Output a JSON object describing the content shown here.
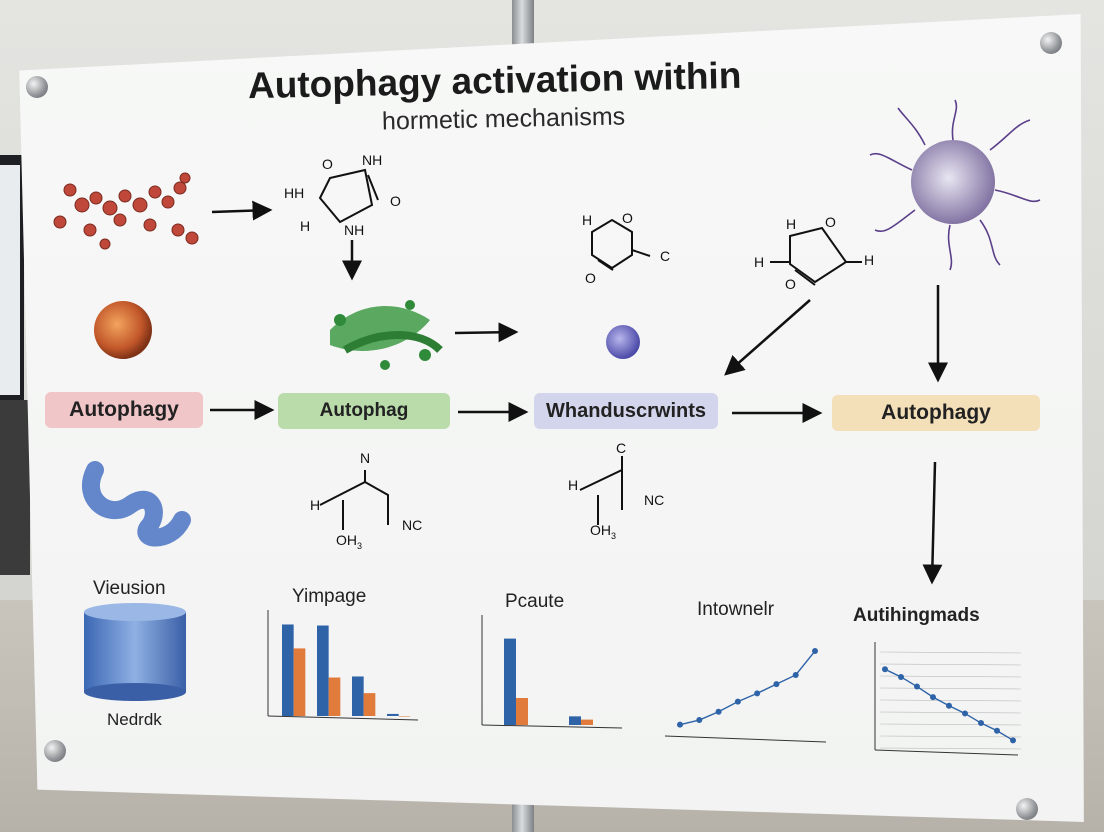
{
  "poster": {
    "title": "Autophagy activation within",
    "subtitle": "hormetic mechanisms"
  },
  "flow_boxes": [
    {
      "label": "Autophagy",
      "color": "#f1c6c9"
    },
    {
      "label": "Autophag",
      "color": "#b9dcaa"
    },
    {
      "label": "Whanduscrwints",
      "color": "#d3d5ec"
    },
    {
      "label": "Autophagy",
      "color": "#f3dfb8"
    }
  ],
  "chem_labels": {
    "ring1": {
      "o": "O",
      "nh_top": "NH",
      "hh": "HH",
      "o_right": "O",
      "h": "H",
      "nh_bottom": "NH"
    },
    "ring2": {
      "h": "H",
      "o": "O",
      "c": "C",
      "o_bottom": "O"
    },
    "ring3": {
      "h_top": "H",
      "o": "O",
      "h_left": "H",
      "h_right": "H",
      "o_bottom": "O"
    },
    "mol4": {
      "n": "N",
      "h": "H",
      "nc": "NC",
      "oh": "OH",
      "sub": "3"
    },
    "mol5": {
      "c": "C",
      "h": "H",
      "nc": "NC",
      "oh": "OH",
      "sub": "3"
    }
  },
  "panels": {
    "cylinder_top_label": "Vieusion",
    "cylinder_bottom_label": "Nedrdk",
    "chart1_title": "Yimpage",
    "chart2_title": "Pcaute",
    "chart3_title": "Intownelr",
    "chart4_title": "Autihingmads"
  },
  "chart_data": [
    {
      "type": "bar",
      "title": "Yimpage",
      "categories": [
        "",
        "",
        "",
        ""
      ],
      "series": [
        {
          "values": [
            88,
            87,
            38,
            2
          ],
          "color": "#2e63a8"
        },
        {
          "values": [
            65,
            37,
            22,
            0
          ],
          "color": "#e07b3c"
        }
      ],
      "ylim": [
        0,
        100
      ],
      "grid": false
    },
    {
      "type": "bar",
      "title": "Pcaute",
      "categories": [
        "",
        ""
      ],
      "series": [
        {
          "values": [
            80,
            8
          ],
          "color": "#2e63a8"
        },
        {
          "values": [
            25,
            5
          ],
          "color": "#e07b3c"
        }
      ],
      "ylim": [
        0,
        100
      ],
      "grid": false
    },
    {
      "type": "line",
      "title": "Intownelr",
      "x": [
        1,
        2,
        3,
        4,
        5,
        6,
        7,
        8
      ],
      "y": [
        8,
        13,
        22,
        33,
        42,
        52,
        62,
        88
      ],
      "ylim": [
        0,
        100
      ],
      "color": "#2e63a8",
      "grid": false
    },
    {
      "type": "line",
      "title": "Autihingmads",
      "x": [
        1,
        2,
        3,
        4,
        5,
        6,
        7,
        8,
        9
      ],
      "y": [
        82,
        74,
        64,
        53,
        44,
        36,
        26,
        18,
        8
      ],
      "ylim": [
        0,
        100
      ],
      "color": "#2e63a8",
      "grid": true
    }
  ]
}
